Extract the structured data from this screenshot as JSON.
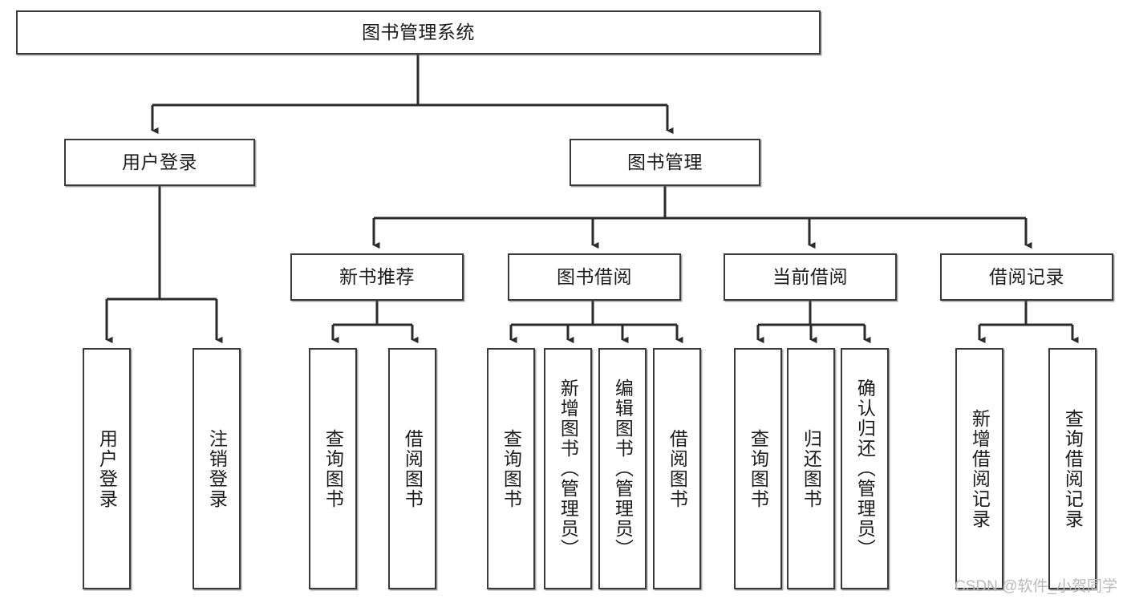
{
  "diagram": {
    "type": "tree",
    "title": "图书管理系统",
    "orientation": "top-down",
    "watermark": "CSDN @软件_小贺同学",
    "colors": {
      "box_border": "#3a3a3a",
      "box_fill": "#ffffff",
      "connector": "#2b2b2b",
      "text": "#1c1c1c",
      "watermark": "#b9b9b9"
    },
    "nodes": {
      "root": {
        "label": "图书管理系统",
        "level": 0,
        "text_orientation": "horizontal"
      },
      "l1": [
        {
          "id": "user_login",
          "label": "用户登录",
          "text_orientation": "horizontal"
        },
        {
          "id": "book_manage",
          "label": "图书管理",
          "text_orientation": "horizontal"
        }
      ],
      "l2": [
        {
          "id": "new_book_rec",
          "label": "新书推荐",
          "parent": "book_manage",
          "text_orientation": "horizontal"
        },
        {
          "id": "book_borrow",
          "label": "图书借阅",
          "parent": "book_manage",
          "text_orientation": "horizontal"
        },
        {
          "id": "current_borrow",
          "label": "当前借阅",
          "parent": "book_manage",
          "text_orientation": "horizontal"
        },
        {
          "id": "borrow_record",
          "label": "借阅记录",
          "parent": "book_manage",
          "text_orientation": "horizontal"
        }
      ],
      "leaves": [
        {
          "id": "leaf1",
          "label": "用户登录",
          "parent": "user_login",
          "text_orientation": "vertical"
        },
        {
          "id": "leaf2",
          "label": "注销登录",
          "parent": "user_login",
          "text_orientation": "vertical"
        },
        {
          "id": "leaf3",
          "label": "查询图书",
          "parent": "new_book_rec",
          "text_orientation": "vertical"
        },
        {
          "id": "leaf4",
          "label": "借阅图书",
          "parent": "new_book_rec",
          "text_orientation": "vertical"
        },
        {
          "id": "leaf5",
          "label": "查询图书",
          "parent": "book_borrow",
          "text_orientation": "vertical"
        },
        {
          "id": "leaf6",
          "label": "新增图书（管理员）",
          "parent": "book_borrow",
          "text_orientation": "vertical"
        },
        {
          "id": "leaf7",
          "label": "编辑图书（管理员）",
          "parent": "book_borrow",
          "text_orientation": "vertical"
        },
        {
          "id": "leaf8",
          "label": "借阅图书",
          "parent": "book_borrow",
          "text_orientation": "vertical"
        },
        {
          "id": "leaf9",
          "label": "查询图书",
          "parent": "current_borrow",
          "text_orientation": "vertical"
        },
        {
          "id": "leaf10",
          "label": "归还图书",
          "parent": "current_borrow",
          "text_orientation": "vertical"
        },
        {
          "id": "leaf11",
          "label": "确认归还（管理员）",
          "parent": "current_borrow",
          "text_orientation": "vertical"
        },
        {
          "id": "leaf12",
          "label": "新增借阅记录",
          "parent": "borrow_record",
          "text_orientation": "vertical"
        },
        {
          "id": "leaf13",
          "label": "查询借阅记录",
          "parent": "borrow_record",
          "text_orientation": "vertical"
        }
      ]
    }
  }
}
